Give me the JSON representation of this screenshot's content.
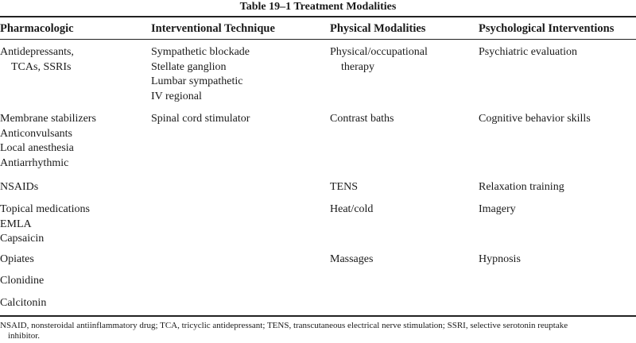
{
  "title": "Table 19–1  Treatment Modalities",
  "headers": [
    "Pharmacologic",
    "Interventional Technique",
    "Physical Modalities",
    "Psychological Interventions"
  ],
  "rows": [
    {
      "cells": [
        [
          "Antidepressants,",
          "TCAs, SSRIs"
        ],
        [
          "Sympathetic blockade",
          "Stellate ganglion",
          "Lumbar sympathetic",
          "IV regional"
        ],
        [
          "Physical/occupational",
          "therapy"
        ],
        [
          "Psychiatric evaluation"
        ]
      ]
    },
    {
      "cells": [
        [
          "Membrane stabilizers",
          "Anticonvulsants",
          "Local anesthesia",
          "Antiarrhythmic"
        ],
        [
          "Spinal cord stimulator"
        ],
        [
          "Contrast baths"
        ],
        [
          "Cognitive behavior skills"
        ]
      ]
    },
    {
      "cells": [
        [
          "NSAIDs"
        ],
        [],
        [
          "TENS"
        ],
        [
          "Relaxation training"
        ]
      ]
    },
    {
      "cells": [
        [
          "Topical medications",
          "EMLA",
          "Capsaicin"
        ],
        [],
        [
          "Heat/cold"
        ],
        [
          "Imagery"
        ]
      ]
    },
    {
      "cells": [
        [
          "Opiates"
        ],
        [],
        [
          "Massages"
        ],
        [
          "Hypnosis"
        ]
      ]
    },
    {
      "cells": [
        [
          "Clonidine"
        ],
        [],
        [],
        []
      ]
    },
    {
      "cells": [
        [
          "Calcitonin"
        ],
        [],
        [],
        []
      ]
    }
  ],
  "footnote": {
    "line1": "NSAID, nonsteroidal antiinflammatory drug; TCA, tricyclic antidepressant; TENS, transcutaneous electrical nerve stimulation; SSRI, selective serotonin reuptake",
    "line2": "inhibitor."
  }
}
